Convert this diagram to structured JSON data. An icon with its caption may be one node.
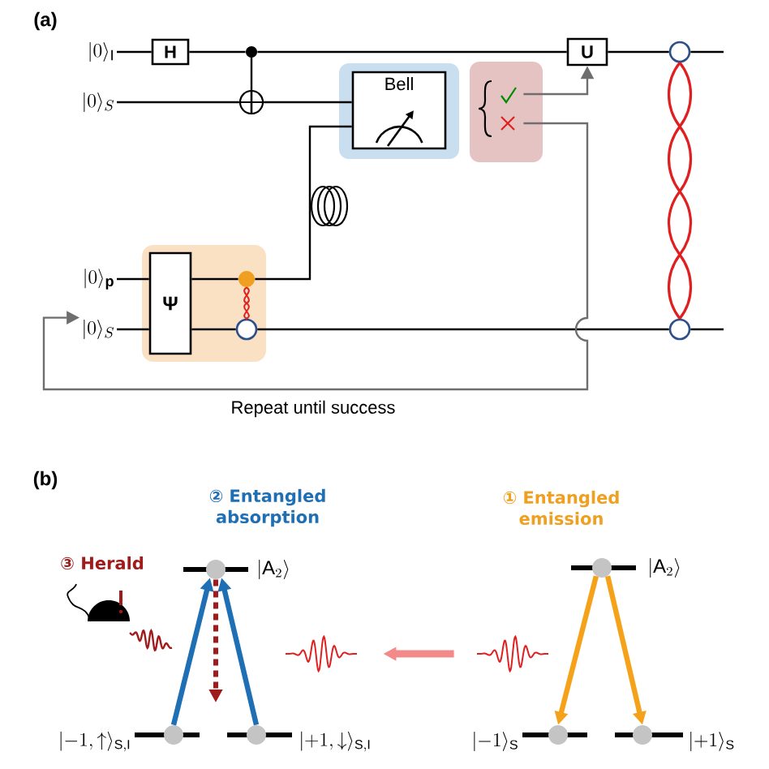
{
  "diagram": {
    "nodes": [
      {
        "text": [
          "|0\\rangle_{\\mathrm{I}}"
        ]
      },
      {
        "text": [
          "|0\\rangle_{S}"
        ]
      },
      {
        "text": [
          "|0\\rangle_{\\mathbf{p}}"
        ]
      },
      {
        "text": [
          "|0\\rangle_{S}"
        ]
      },
      {
        "text": [
          "H"
        ]
      },
      {
        "text": [],
        "shape": "circle"
      },
      {
        "text": [],
        "shape": "circle"
      },
      {
        "text": [
          "Bell"
        ]
      },
      {
        "text": [],
        "shape": "box"
      },
      {
        "text": [
          "U"
        ]
      },
      {
        "text": [],
        "shape": "box"
      },
      {
        "text": [
          "Ψ"
        ],
        "in": 10
      },
      {
        "text": [],
        "shape": "circle",
        "in": 10
      },
      {
        "text": [],
        "shape": "circle",
        "in": 10
      },
      {
        "text": [],
        "shape": "circle"
      },
      {
        "text": [],
        "shape": "circle"
      },
      {
        "text": [],
        "shape": "circle"
      },
      {
        "text": [],
        "shape": "circle"
      },
      {
        "text": [],
        "shape": "circle"
      },
      {
        "text": [],
        "shape": "circle"
      },
      {
        "text": [],
        "shape": "circle"
      },
      {
        "text": [],
        "shape": "circle"
      },
      {
        "text": [],
        "shape": "wave"
      },
      {
        "text": [],
        "shape": "wave"
      }
    ],
    "edges": [
      {
        "from": 0,
        "to": 4,
        "arrow": "none"
      },
      {
        "from": 4,
        "to": 5,
        "arrow": "none"
      },
      {
        "from": 5,
        "to": 9,
        "arrow": "none"
      },
      {
        "from": 9,
        "to": 14,
        "arrow": "none"
      },
      {
        "from": 14,
        "to": null,
        "arrow": "none"
      },
      {
        "from": 5,
        "to": 6,
        "arrow": "none"
      },
      {
        "from": 1,
        "to": 6,
        "arrow": "none"
      },
      {
        "from": 6,
        "to": 7,
        "arrow": "none"
      },
      {
        "from": 2,
        "to": 11,
        "arrow": "none"
      },
      {
        "from": 3,
        "to": 11,
        "arrow": "none"
      },
      {
        "from": 11,
        "to": 12,
        "arrow": "none"
      },
      {
        "from": 11,
        "to": 13,
        "arrow": "none"
      },
      {
        "from": 12,
        "to": 7,
        "arrow": "none"
      },
      {
        "from": 12,
        "to": 13,
        "arrow": "none",
        "color": "#e02020"
      },
      {
        "from": 13,
        "to": 15,
        "arrow": "none"
      },
      {
        "from": 15,
        "to": null,
        "arrow": "none"
      },
      {
        "from": 14,
        "to": 15,
        "arrow": "none",
        "color": "#e02020"
      },
      {
        "from": 8,
        "to": 9,
        "arrow": "to",
        "color": "#6e6e6e"
      },
      {
        "from": 8,
        "to": 3,
        "arrow": "to",
        "color": "#6e6e6e",
        "label": "Repeat until success"
      },
      {
        "from": 17,
        "to": 16,
        "arrow": "to",
        "style": "thick",
        "color": "#1f6fb5"
      },
      {
        "from": 18,
        "to": 16,
        "arrow": "to",
        "style": "thick",
        "color": "#1f6fb5"
      },
      {
        "from": 16,
        "to": null,
        "arrow": "to",
        "style": "dashed",
        "color": "#a01c1c"
      },
      {
        "from": 19,
        "to": 20,
        "arrow": "to",
        "style": "thick",
        "color": "#f5a21b"
      },
      {
        "from": 19,
        "to": 21,
        "arrow": "to",
        "style": "thick",
        "color": "#f5a21b"
      },
      {
        "from": 23,
        "to": 22,
        "arrow": "to",
        "style": "thick",
        "color": "#f28a8a"
      }
    ],
    "labels": [
      "(a)",
      "(b)",
      "② Entangled absorption",
      "① Entangled emission",
      "③ Herald",
      "|\\mathrm{A}_2\\rangle",
      "|\\mathrm{A}_2\\rangle",
      "|{-1},\\uparrow\\rangle_{\\mathrm{S,I}}",
      "|{+1},\\downarrow\\rangle_{\\mathrm{S,I}}",
      "|{-1}\\rangle_{\\mathrm{S}}",
      "|{+1}\\rangle_{\\mathrm{S}}"
    ]
  }
}
